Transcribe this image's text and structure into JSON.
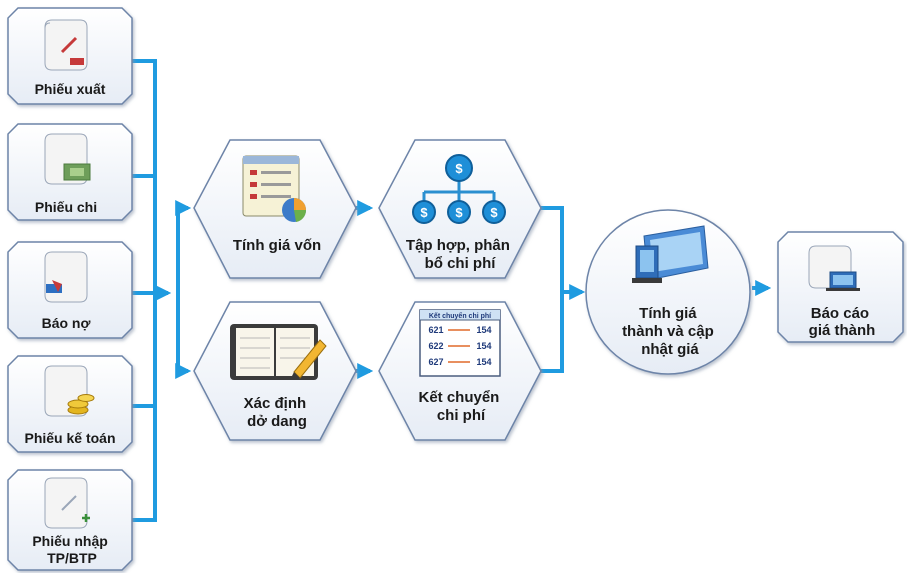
{
  "left_docs": [
    {
      "label": [
        "Phiếu xuất"
      ]
    },
    {
      "label": [
        "Phiếu chi"
      ]
    },
    {
      "label": [
        "Báo nợ"
      ]
    },
    {
      "label": [
        "Phiếu kế toán"
      ]
    },
    {
      "label": [
        "Phiếu nhập",
        "TP/BTP"
      ]
    }
  ],
  "processes": {
    "tinh_gia_von": [
      "Tính giá vốn"
    ],
    "xac_dinh_do_dang": [
      "Xác định",
      "dở dang"
    ],
    "tap_hop": [
      "Tập hợp, phân",
      "bổ chi phí"
    ],
    "ket_chuyen": [
      "Kết chuyển",
      "chi phí"
    ],
    "tinh_gia_thanh": [
      "Tính giá",
      "thành và cập",
      "nhật giá"
    ],
    "bao_cao": [
      "Báo cáo",
      "giá thành"
    ]
  },
  "ket_chuyen_doc": {
    "title": "Kết chuyển chi phí",
    "rows": [
      {
        "from": "621",
        "to": "154"
      },
      {
        "from": "622",
        "to": "154"
      },
      {
        "from": "627",
        "to": "154"
      }
    ]
  },
  "dollar_symbol": "$",
  "colors": {
    "connector": "#1f9be0",
    "shape_border": "#6d84a8",
    "shape_fill_top": "#ffffff",
    "shape_fill_bottom": "#e9eef6"
  }
}
